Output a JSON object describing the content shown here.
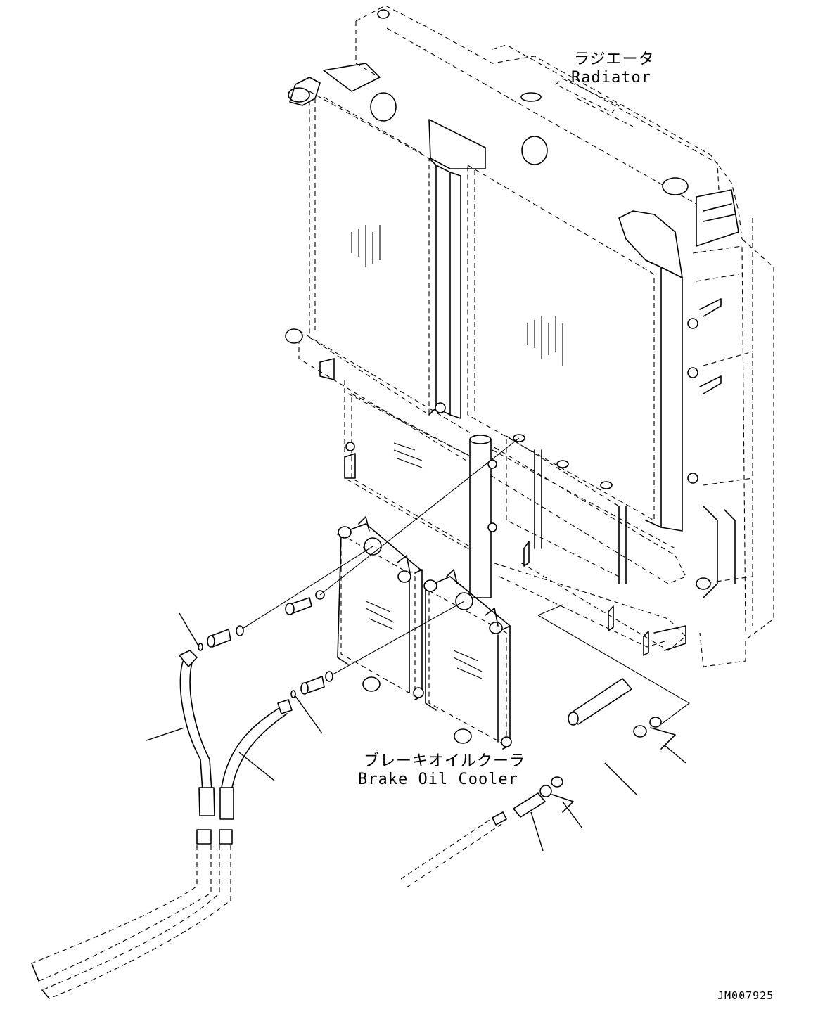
{
  "labels": {
    "radiator_jp": "ラジエータ",
    "radiator_en": "Radiator",
    "cooler_jp": "ブレーキオイルクーラ",
    "cooler_en": "Brake Oil Cooler",
    "drawing_id": "JM007925"
  },
  "colors": {
    "line": "#000000",
    "background": "#ffffff"
  }
}
